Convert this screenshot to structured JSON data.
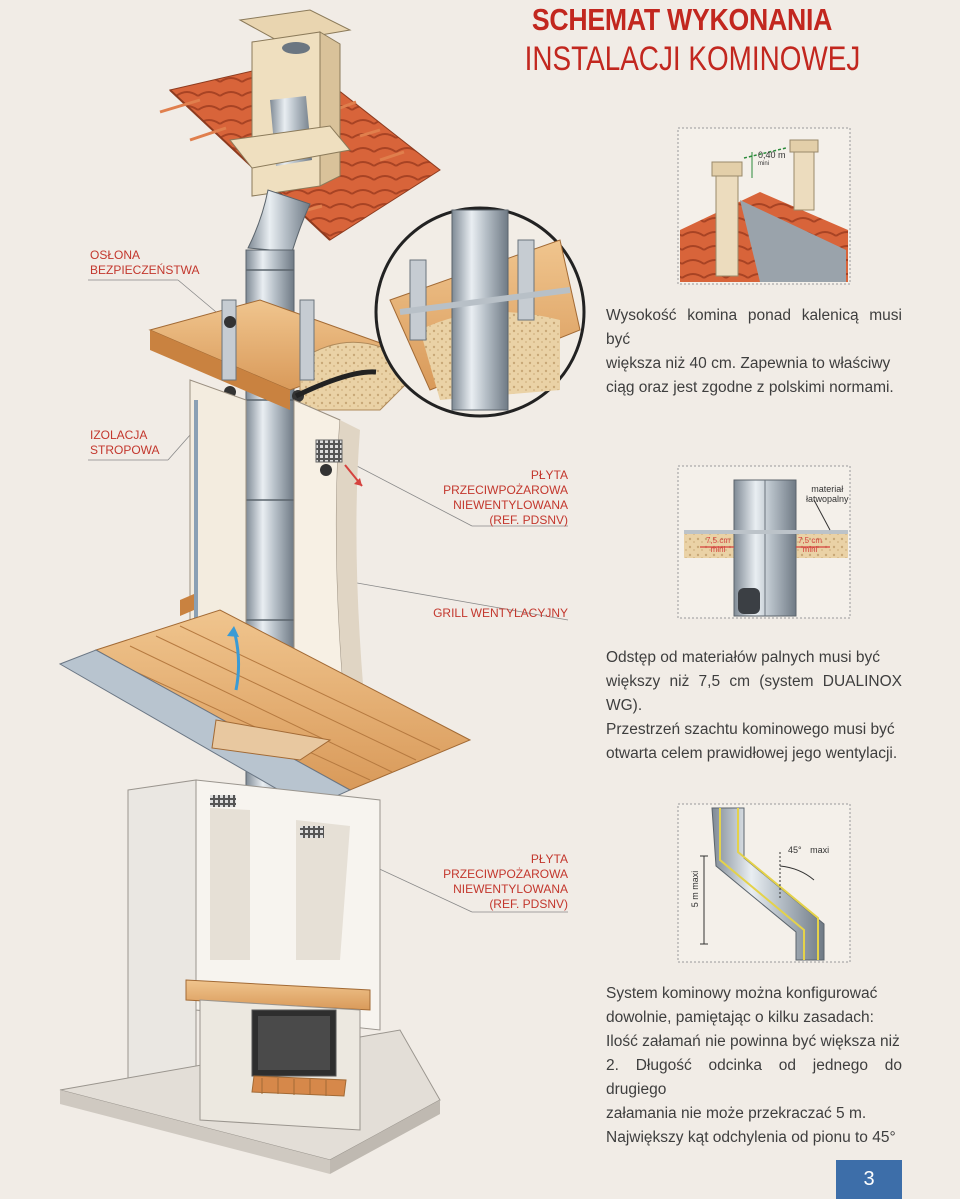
{
  "title": {
    "line1": "SCHEMAT WYKONANIA",
    "line2": "INSTALACJI KOMINOWEJ"
  },
  "labels": {
    "oslona_l1": "OSŁONA",
    "oslona_l2": "BEZPIECZEŃSTWA",
    "izolacja_l1": "IZOLACJA",
    "izolacja_l2": "STROPOWA",
    "plyta1_l1": "PŁYTA",
    "plyta1_l2": "PRZECIWPOŻAROWA",
    "plyta1_l3": "NIEWENTYLOWANA",
    "plyta1_l4": "(REF. PDSNV)",
    "grill": "GRILL WENTYLACYJNY",
    "plyta2_l1": "PŁYTA",
    "plyta2_l2": "PRZECIWPOŻAROWA",
    "plyta2_l3": "NIEWENTYLOWANA",
    "plyta2_l4": "(REF. PDSNV)"
  },
  "diagram_labels": {
    "height_value": "0,40 m",
    "height_unit": "mini",
    "material_l1": "materiał",
    "material_l2": "łatwopalny",
    "gap_left_value": "7,5 cm",
    "gap_left_unit": "mini",
    "gap_right_value": "7,5 cm",
    "gap_right_unit": "mini",
    "angle": "45°",
    "angle_unit": "maxi",
    "length": "5 m maxi"
  },
  "paragraphs": {
    "p1_l1": "Wysokość komina ponad kalenicą musi być",
    "p1_l2": "większa niż 40 cm. Zapewnia to właściwy",
    "p1_l3": "ciąg oraz jest zgodne z polskimi normami.",
    "p2_l1": "Odstęp od materiałów palnych musi być",
    "p2_l2": "większy niż 7,5 cm (system DUALINOX WG).",
    "p2_l3": "Przestrzeń szachtu kominowego musi być",
    "p2_l4": "otwarta celem prawidłowej jego wentylacji.",
    "p3_l1": "System kominowy można konfigurować",
    "p3_l2": "dowolnie, pamiętając o kilku zasadach:",
    "p3_l3": "Ilość załamań nie powinna być większa niż",
    "p3_l4": "2. Długość odcinka od jednego do drugiego",
    "p3_l5": "załamania nie może przekraczać 5 m.",
    "p3_l6": "Największy kąt odchylenia od pionu to 45°"
  },
  "page_number": "3",
  "colors": {
    "accent_red": "#c2271f",
    "page_number_bg": "#3d6ea9",
    "background": "#f1ece6"
  }
}
